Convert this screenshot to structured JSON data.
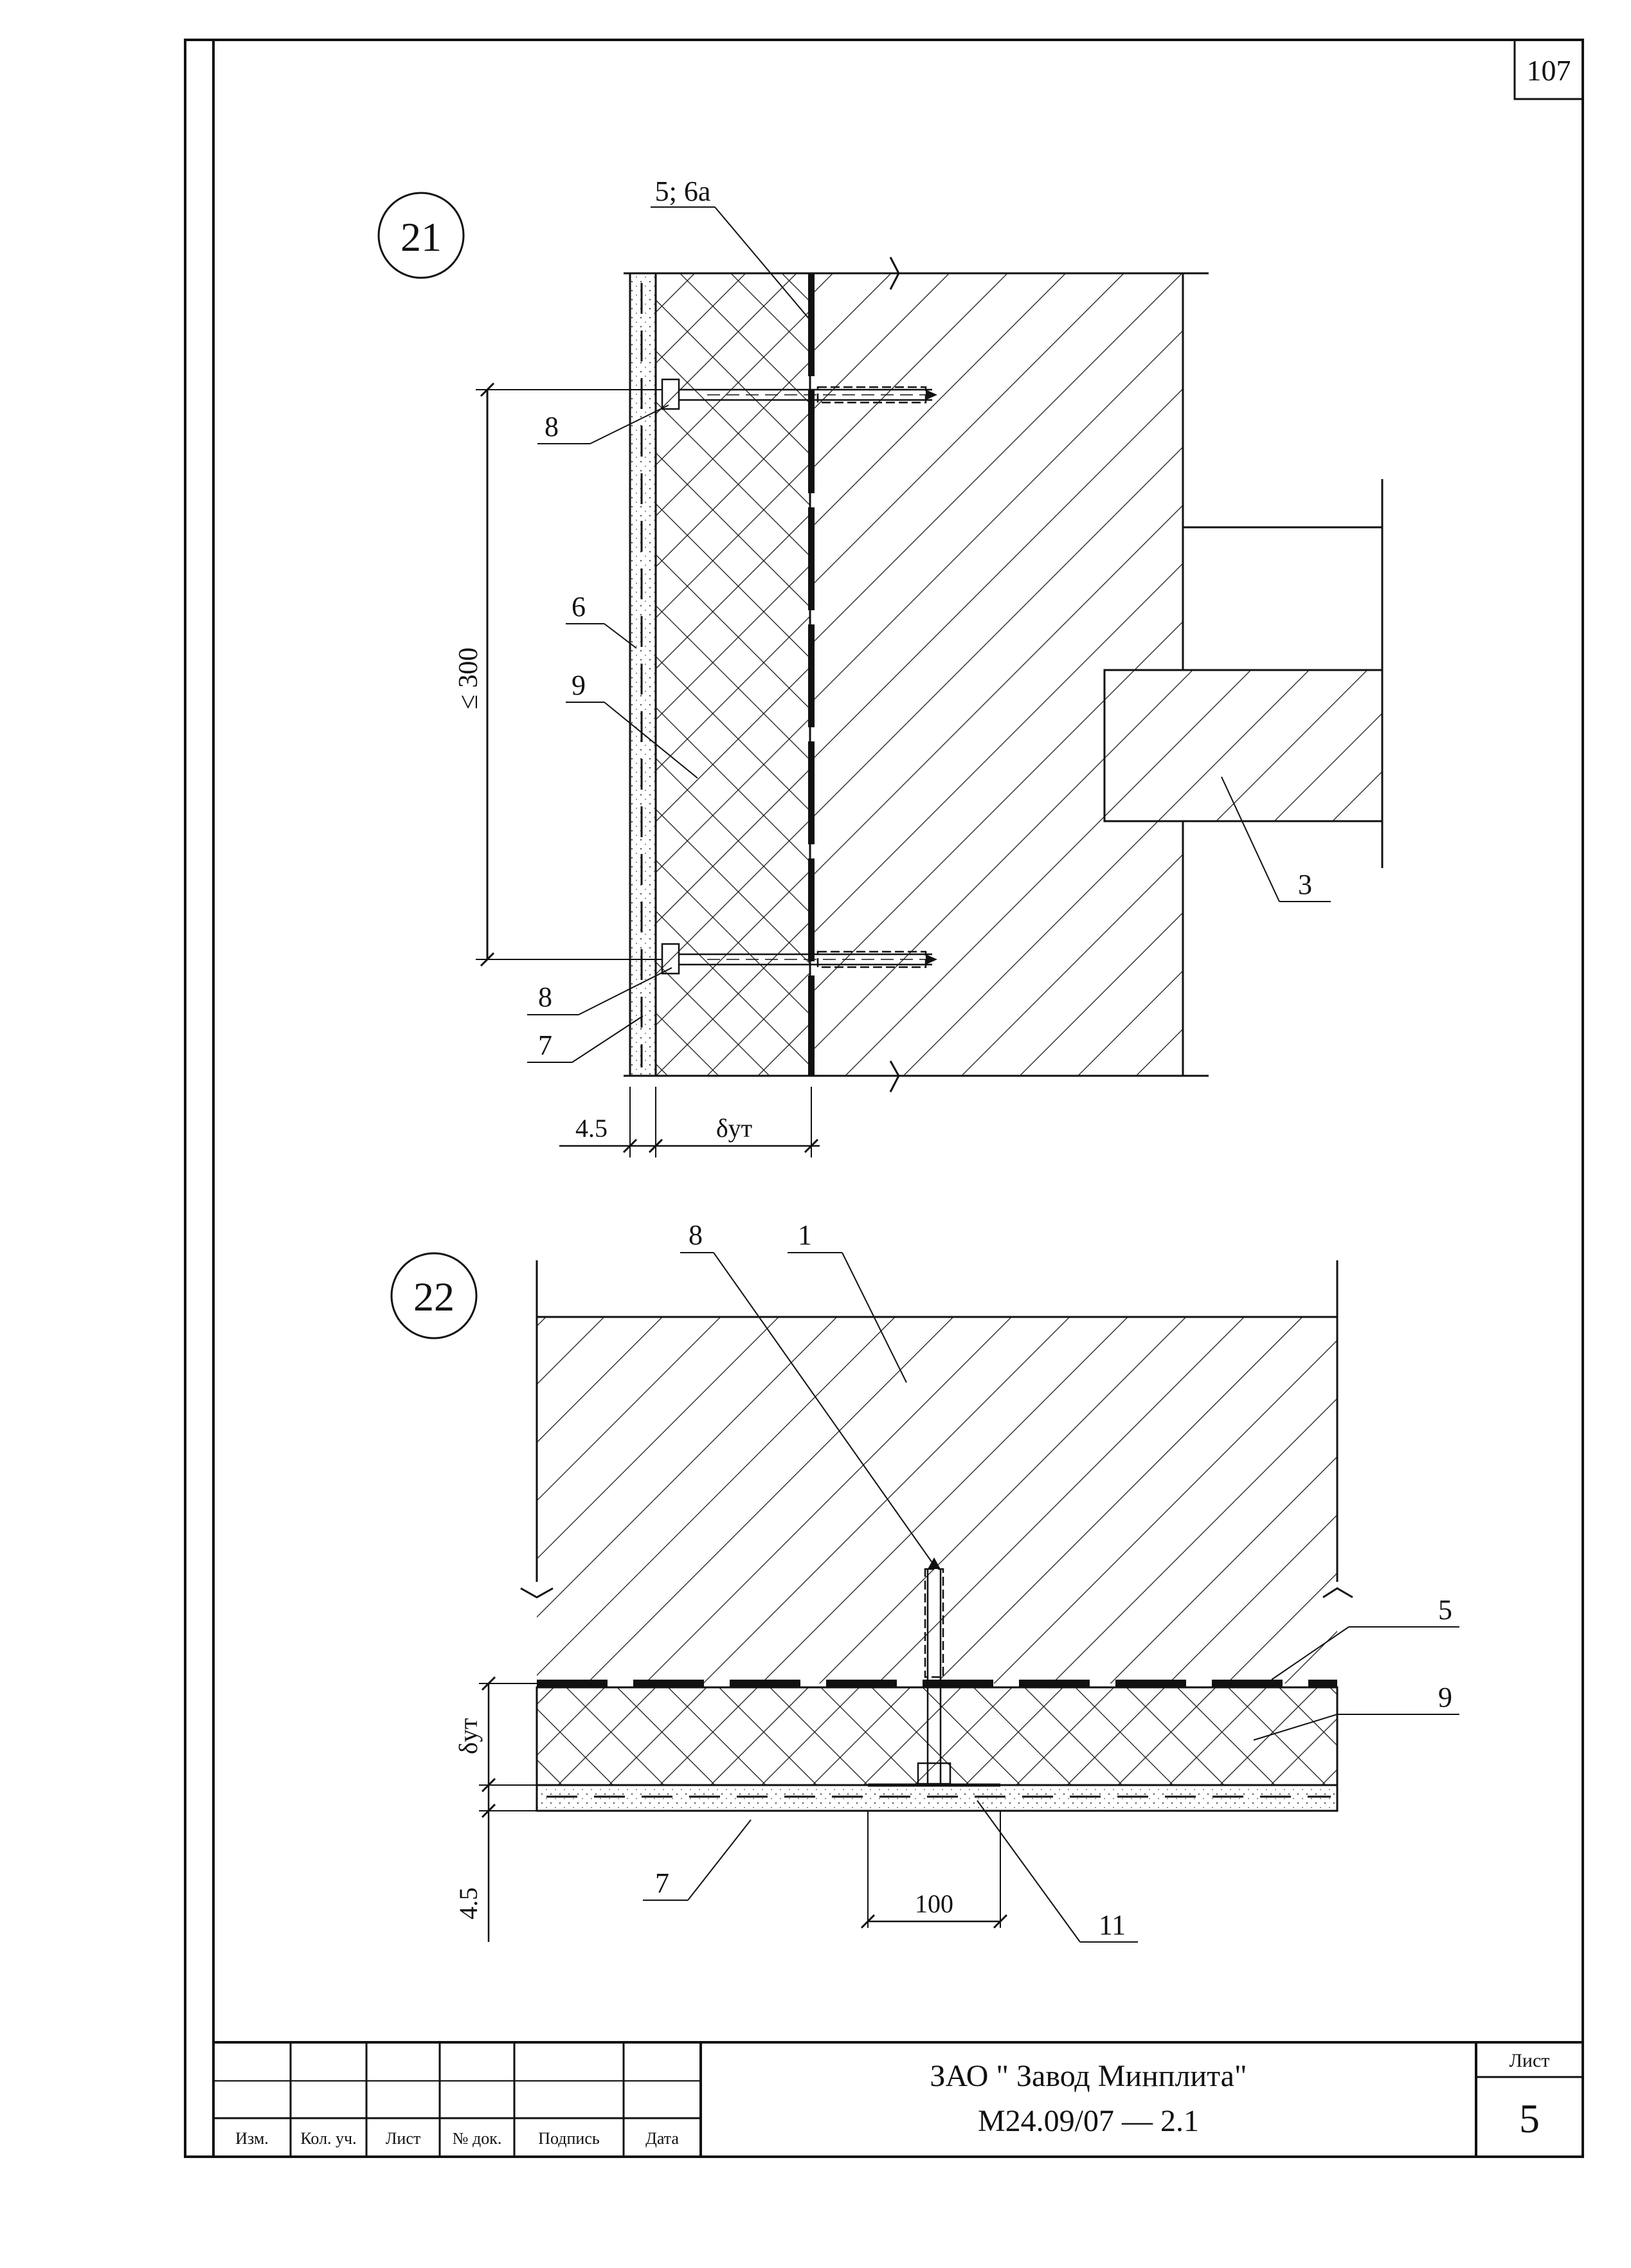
{
  "page_number": "107",
  "detail_21": {
    "number": "21",
    "callouts": {
      "c5_6a": "5; 6а",
      "c8_top": "8",
      "c6": "6",
      "c9": "9",
      "c8_bottom": "8",
      "c7": "7",
      "c3": "3"
    },
    "dims": {
      "spacing": "≤ 300",
      "plaster": "4.5",
      "insulation": "δут"
    }
  },
  "detail_22": {
    "number": "22",
    "callouts": {
      "c8": "8",
      "c1": "1",
      "c5": "5",
      "c9": "9",
      "c7": "7",
      "c11": "11"
    },
    "dims": {
      "insulation": "δут",
      "plaster": "4.5",
      "washer": "100"
    }
  },
  "title_block": {
    "headers": [
      "Изм.",
      "Кол. уч.",
      "Лист",
      "№ док.",
      "Подпись",
      "Дата"
    ],
    "company": "ЗАО \" Завод Минплита\"",
    "doc_code": "М24.09/07 — 2.1",
    "sheet_label": "Лист",
    "sheet_number": "5"
  }
}
